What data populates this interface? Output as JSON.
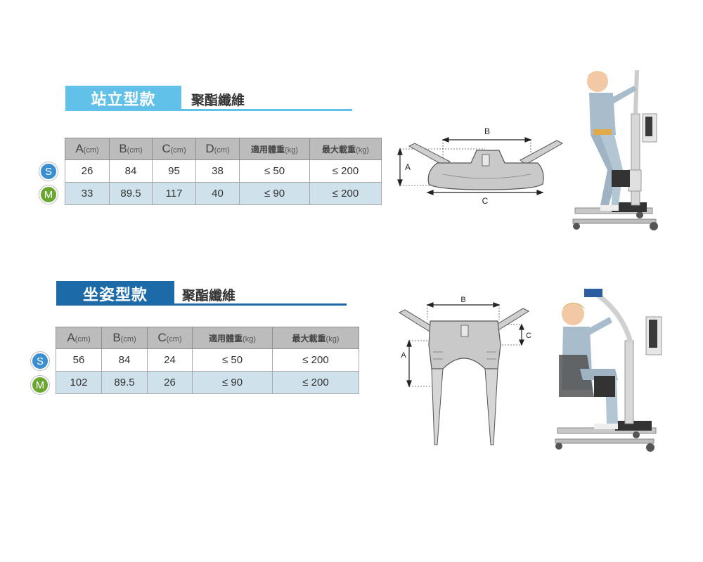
{
  "colors": {
    "standing_accent": "#62c1e9",
    "sitting_accent": "#1c6aa7",
    "badge_s": "#3a8fd0",
    "badge_m": "#6aa731",
    "header_grey": "#bcbcbc",
    "row_highlight": "#cfe1ea"
  },
  "standing": {
    "title": "站立型款",
    "material": "聚酯纖維",
    "headers": [
      {
        "letter": "A",
        "unit": "(cm)"
      },
      {
        "letter": "B",
        "unit": "(cm)"
      },
      {
        "letter": "C",
        "unit": "(cm)"
      },
      {
        "letter": "D",
        "unit": "(cm)"
      },
      {
        "letter": "適用體重",
        "unit": "(kg)"
      },
      {
        "letter": "最大載重",
        "unit": "(kg)"
      }
    ],
    "rows": [
      {
        "size": "S",
        "cells": [
          "26",
          "84",
          "95",
          "38",
          "≤ 50",
          "≤ 200"
        ]
      },
      {
        "size": "M",
        "cells": [
          "33",
          "89.5",
          "117",
          "40",
          "≤ 90",
          "≤ 200"
        ]
      }
    ],
    "diagram_labels": {
      "a": "A",
      "b": "B",
      "c": "C"
    },
    "photo_icon": "standing-lift-photo-icon"
  },
  "sitting": {
    "title": "坐姿型款",
    "material": "聚酯纖維",
    "headers": [
      {
        "letter": "A",
        "unit": "(cm)"
      },
      {
        "letter": "B",
        "unit": "(cm)"
      },
      {
        "letter": "C",
        "unit": "(cm)"
      },
      {
        "letter": "適用體重",
        "unit": "(kg)"
      },
      {
        "letter": "最大載重",
        "unit": "(kg)"
      }
    ],
    "rows": [
      {
        "size": "S",
        "cells": [
          "56",
          "84",
          "24",
          "≤ 50",
          "≤ 200"
        ]
      },
      {
        "size": "M",
        "cells": [
          "102",
          "89.5",
          "26",
          "≤ 90",
          "≤ 200"
        ]
      }
    ],
    "diagram_labels": {
      "a": "A",
      "b": "B",
      "c": "C"
    },
    "photo_icon": "sitting-lift-photo-icon"
  }
}
